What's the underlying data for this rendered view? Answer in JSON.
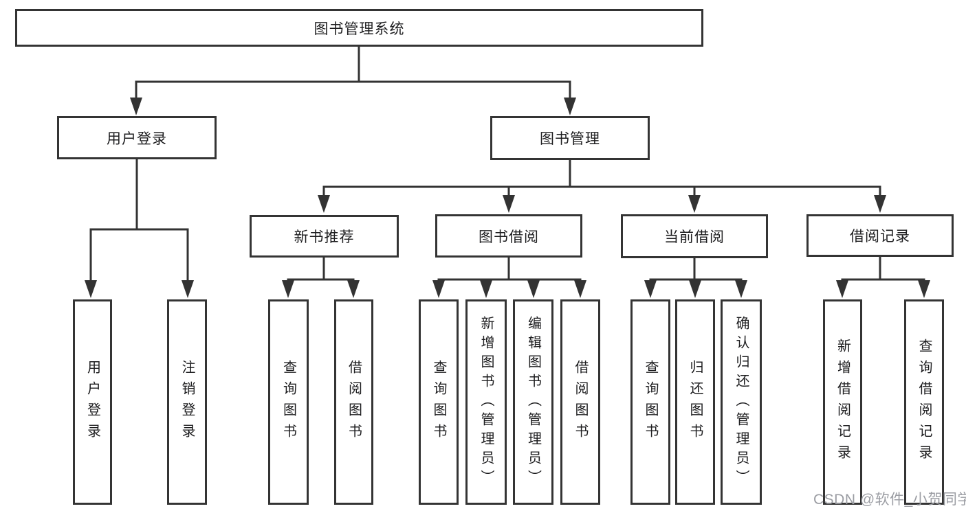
{
  "diagram": {
    "colors": {
      "line": "#333333",
      "box_border": "#343434",
      "text": "#1d1d1f",
      "background": "#ffffff",
      "watermark_text_color": "#9b9da3"
    },
    "tree": {
      "label": "图书管理系统",
      "children": [
        {
          "label": "用户登录",
          "children": [
            {
              "label": "用户登录"
            },
            {
              "label": "注销登录"
            }
          ]
        },
        {
          "label": "图书管理",
          "children": [
            {
              "label": "新书推荐",
              "children": [
                {
                  "label": "查询图书"
                },
                {
                  "label": "借阅图书"
                }
              ]
            },
            {
              "label": "图书借阅",
              "children": [
                {
                  "label": "查询图书"
                },
                {
                  "label": "新增图书（管理员）"
                },
                {
                  "label": "编辑图书（管理员）"
                },
                {
                  "label": "借阅图书"
                }
              ]
            },
            {
              "label": "当前借阅",
              "children": [
                {
                  "label": "查询图书"
                },
                {
                  "label": "归还图书"
                },
                {
                  "label": "确认归还（管理员）"
                }
              ]
            },
            {
              "label": "借阅记录",
              "children": [
                {
                  "label": "新增借阅记录"
                },
                {
                  "label": "查询借阅记录"
                }
              ]
            }
          ]
        }
      ]
    },
    "watermark": "CSDN @软件_小贺同学"
  }
}
